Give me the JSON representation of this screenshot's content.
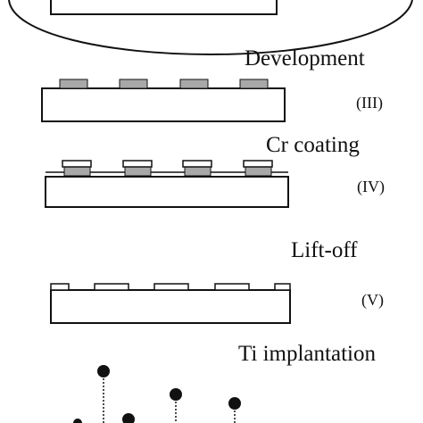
{
  "colors": {
    "line": "#111111",
    "resist_fill": "#a8a8a8",
    "background": "#ffffff"
  },
  "steps": [
    {
      "id": "development",
      "title": "Development",
      "number": "(III)"
    },
    {
      "id": "cr-coating",
      "title": "Cr coating",
      "number": "(IV)"
    },
    {
      "id": "lift-off",
      "title": "Lift-off",
      "number": "(V)"
    },
    {
      "id": "ti-implantation",
      "title": "Ti implantation",
      "number": ""
    }
  ]
}
